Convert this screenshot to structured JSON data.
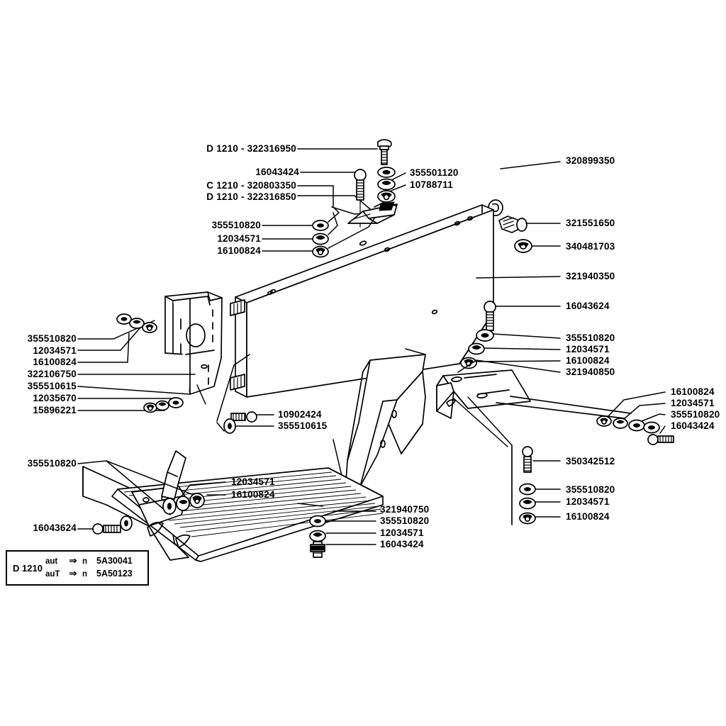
{
  "diagram": {
    "title": "Exploded parts diagram - fuel tank cover / step assembly",
    "labels": {
      "top_1": "D 1210 - 322316950",
      "top_2": "16043424",
      "top_3": "C 1210 - 320803350",
      "top_4": "D 1210 - 322316850",
      "top_5": "355501120",
      "top_6": "10788711",
      "top_7": "320899350",
      "left_a1": "355510820",
      "left_a2": "12034571",
      "left_a3": "16100824",
      "right_b1": "321551650",
      "right_b2": "340481703",
      "right_b3": "321940350",
      "right_c1": "16043624",
      "right_c2": "355510820",
      "right_c3": "12034571",
      "right_c4": "16100824",
      "right_c5": "321940850",
      "left_d1": "355510820",
      "left_d2": "12034571",
      "left_d3": "16100824",
      "left_d4": "322106750",
      "left_d5": "355510615",
      "left_d6": "12035670",
      "left_d7": "15896221",
      "mid_e1": "10902424",
      "mid_e2": "355510615",
      "far_right_f1": "16100824",
      "far_right_f2": "12034571",
      "far_right_f3": "355510820",
      "far_right_f4": "16043424",
      "right_g1": "350342512",
      "right_g2": "355510820",
      "right_g3": "12034571",
      "right_g4": "16100824",
      "bottom_h1": "355510820",
      "bottom_h2": "16043624",
      "bottom_i1": "12034571",
      "bottom_i2": "16100824",
      "bottom_j1": "321940750",
      "bottom_j2": "355510820",
      "bottom_j3": "12034571",
      "bottom_j4": "16043424"
    },
    "legend": {
      "model": "D 1210",
      "row1_prefix": "aut",
      "row1_arrow": "⇒",
      "row1_mid": "n",
      "row1_code": "5A30041",
      "row2_prefix": "auT",
      "row2_arrow": "⇒",
      "row2_mid": "n",
      "row2_code": "5A50123"
    },
    "colors": {
      "line": "#000000",
      "background": "#ffffff"
    }
  }
}
